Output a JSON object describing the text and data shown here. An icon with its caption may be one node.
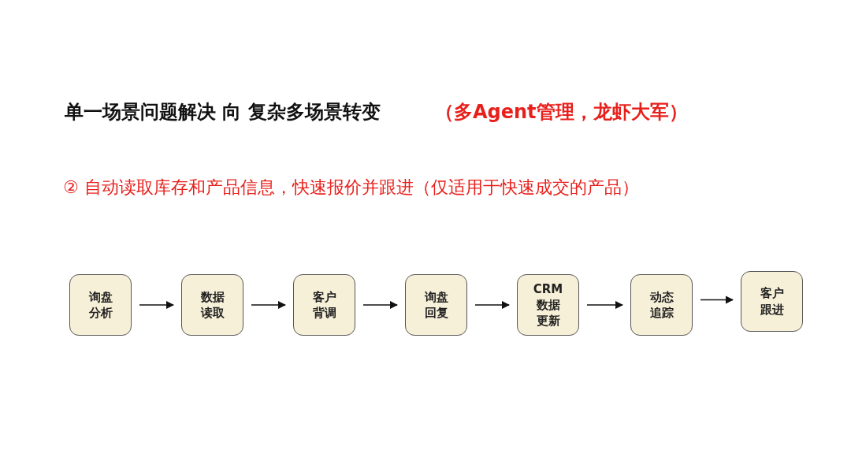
{
  "diagram": {
    "title": "单一场景问题解决 向 复杂多场景转变",
    "nodes": [
      {
        "text": [
          "询盘分析"
        ]
      },
      {
        "text": [
          "数据读取"
        ]
      },
      {
        "text": [
          "客户背调"
        ]
      },
      {
        "text": [
          "询盘回复"
        ]
      },
      {
        "text": [
          "CRM数据更新"
        ]
      },
      {
        "text": [
          "动态追踪"
        ]
      },
      {
        "text": [
          "客户跟进"
        ]
      }
    ],
    "edges": [
      {
        "from": 0,
        "to": 1,
        "arrow": "to"
      },
      {
        "from": 1,
        "to": 2,
        "arrow": "to"
      },
      {
        "from": 2,
        "to": 3,
        "arrow": "to"
      },
      {
        "from": 3,
        "to": 4,
        "arrow": "to"
      },
      {
        "from": 4,
        "to": 5,
        "arrow": "to"
      },
      {
        "from": 5,
        "to": 6,
        "arrow": "to"
      }
    ],
    "labels": [
      "（多Agent管理，龙虾大军）",
      "② 自动读取库存和产品信息，快速报价并跟进（仅适用于快速成交的产品）"
    ]
  }
}
